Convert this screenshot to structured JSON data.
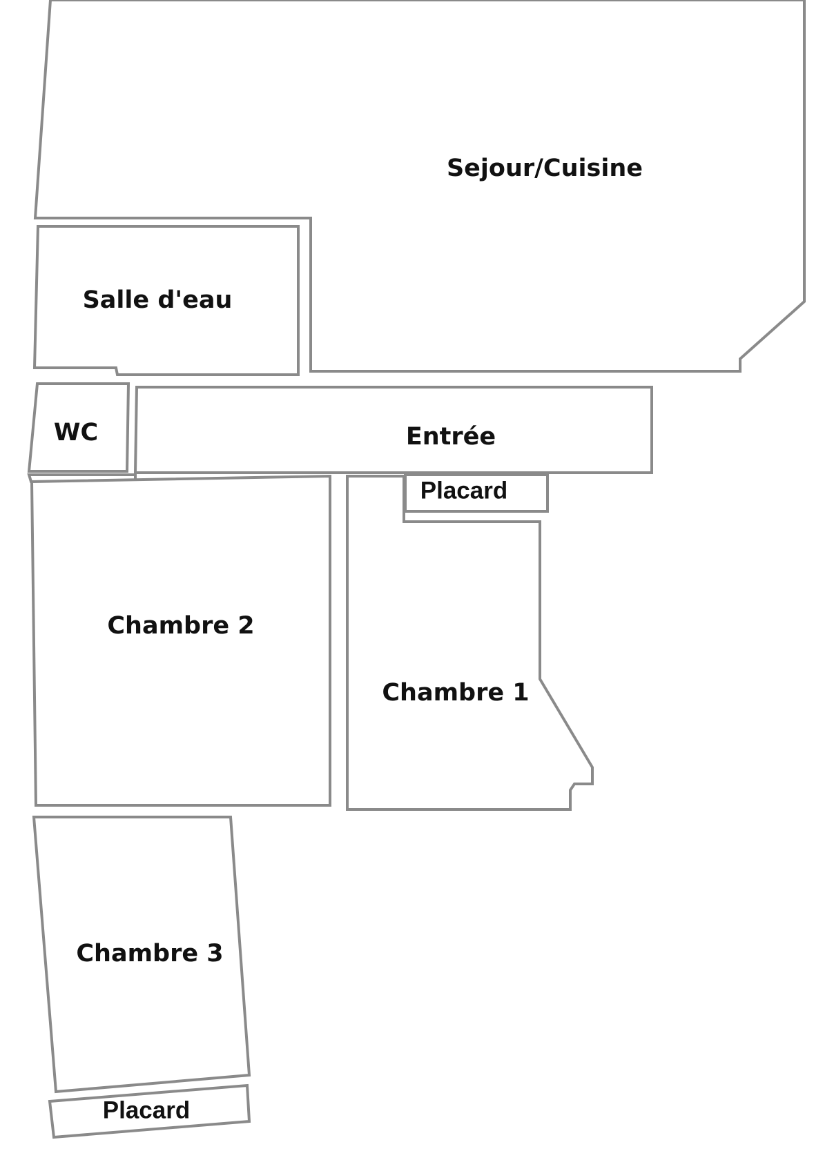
{
  "rooms": {
    "sejour": "Sejour/Cuisine",
    "salle_deau": "Salle d'eau",
    "wc": "WC",
    "entree": "Entrée",
    "placard_entree": "Placard",
    "chambre_1": "Chambre 1",
    "chambre_2": "Chambre 2",
    "chambre_3": "Chambre 3",
    "placard_chambre_3": "Placard"
  },
  "colors": {
    "wall": "#8a8a8a",
    "fill": "#ffffff",
    "text": "#111111"
  }
}
